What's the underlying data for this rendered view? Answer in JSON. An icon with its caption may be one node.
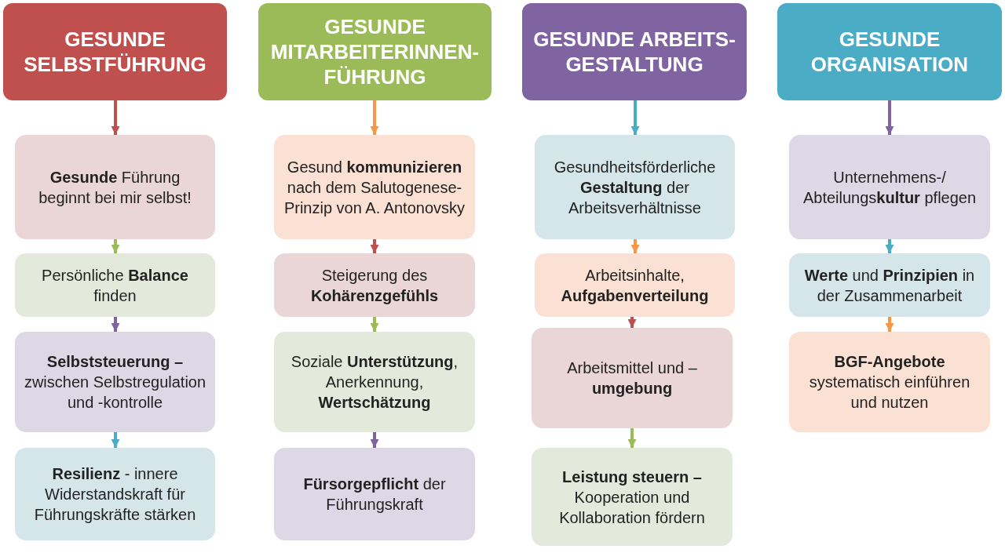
{
  "diagram": {
    "nodes": [
      {
        "text": [
          "GESUNDE SELBSTFÜHRUNG"
        ]
      },
      {
        "text": [
          "**Gesunde** Führung beginnt bei mir selbst!"
        ]
      },
      {
        "text": [
          "Persönliche **Balance** finden"
        ]
      },
      {
        "text": [
          "**Selbststeuerung –** zwischen Selbstregulation und -kontrolle"
        ]
      },
      {
        "text": [
          "**Resilienz** - innere Widerstandskraft für Führungskräfte stärken"
        ]
      },
      {
        "text": [
          "GESUNDE MITARBEITERINNEN-FÜHRUNG"
        ]
      },
      {
        "text": [
          "Gesund **kommunizieren** nach dem Salutogenese-Prinzip von A. Antonovsky"
        ]
      },
      {
        "text": [
          "Steigerung des **Kohärenzgefühls**"
        ]
      },
      {
        "text": [
          "Soziale **Unterstützung**, Anerkennung, **Wertschätzung**"
        ]
      },
      {
        "text": [
          "**Fürsorgepflicht** der Führungskraft"
        ]
      },
      {
        "text": [
          "GESUNDE ARBEITS-GESTALTUNG"
        ]
      },
      {
        "text": [
          "Gesundheitsförderliche **Gestaltung** der Arbeitsverhältnisse"
        ]
      },
      {
        "text": [
          "Arbeitsinhalte, **Aufgabenverteilung**"
        ]
      },
      {
        "text": [
          "Arbeitsmittel und – **umgebung**"
        ]
      },
      {
        "text": [
          "**Leistung steuern –** Kooperation und Kollaboration fördern"
        ]
      },
      {
        "text": [
          "GESUNDE ORGANISATION"
        ]
      },
      {
        "text": [
          "Unternehmens-/ Abteilungs**kultur** pflegen"
        ]
      },
      {
        "text": [
          "**Werte** und **Prinzipien** in der Zusammenarbeit"
        ]
      },
      {
        "text": [
          "**BGF-Angebote** systematisch einführen und nutzen"
        ]
      }
    ],
    "edges": [
      {
        "from": 0,
        "to": 1,
        "arrow": "to",
        "color": "#c0504d"
      },
      {
        "from": 1,
        "to": 2,
        "arrow": "to",
        "color": "#9bbb59"
      },
      {
        "from": 2,
        "to": 3,
        "arrow": "to",
        "color": "#8064a2"
      },
      {
        "from": 3,
        "to": 4,
        "arrow": "to",
        "color": "#4bacc6"
      },
      {
        "from": 5,
        "to": 6,
        "arrow": "to",
        "color": "#f79646"
      },
      {
        "from": 6,
        "to": 7,
        "arrow": "to",
        "color": "#c0504d"
      },
      {
        "from": 7,
        "to": 8,
        "arrow": "to",
        "color": "#9bbb59"
      },
      {
        "from": 8,
        "to": 9,
        "arrow": "to",
        "color": "#8064a2"
      },
      {
        "from": 10,
        "to": 11,
        "arrow": "to",
        "color": "#4bacc6"
      },
      {
        "from": 11,
        "to": 12,
        "arrow": "to",
        "color": "#f79646"
      },
      {
        "from": 12,
        "to": 13,
        "arrow": "to",
        "color": "#c0504d"
      },
      {
        "from": 13,
        "to": 14,
        "arrow": "to",
        "color": "#9bbb59"
      },
      {
        "from": 15,
        "to": 16,
        "arrow": "to",
        "color": "#8064a2"
      },
      {
        "from": 16,
        "to": 17,
        "arrow": "to",
        "color": "#4bacc6"
      },
      {
        "from": 17,
        "to": 18,
        "arrow": "to",
        "color": "#f79646"
      }
    ]
  }
}
